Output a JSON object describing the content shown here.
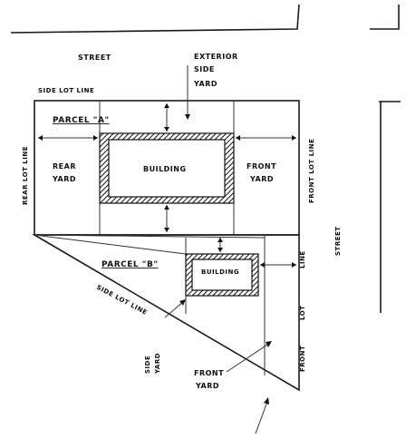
{
  "labels": {
    "street_top": "STREET",
    "exterior_side_yard_1": "EXTERIOR",
    "exterior_side_yard_2": "SIDE",
    "exterior_side_yard_3": "YARD",
    "side_lot_line_top": "SIDE LOT LINE",
    "parcel_a": "PARCEL \"A\"",
    "rear_yard_1": "REAR",
    "rear_yard_2": "YARD",
    "building_a": "BUILDING",
    "front_yard_a_1": "FRONT",
    "front_yard_a_2": "YARD",
    "rear_lot_line": "REAR LOT LINE",
    "front_lot_line_a": "FRONT LOT LINE",
    "street_right": "STREET",
    "parcel_b": "PARCEL \"B\"",
    "building_b": "BUILDING",
    "side_lot_line_diag": "SIDE LOT LINE",
    "side_yard_1": "SIDE",
    "side_yard_2": "YARD",
    "front_yard_b_1": "FRONT",
    "front_yard_b_2": "YARD",
    "lot_line_b_1": "LOT",
    "lot_line_b_2": "LINE",
    "front_b": "FRONT"
  }
}
